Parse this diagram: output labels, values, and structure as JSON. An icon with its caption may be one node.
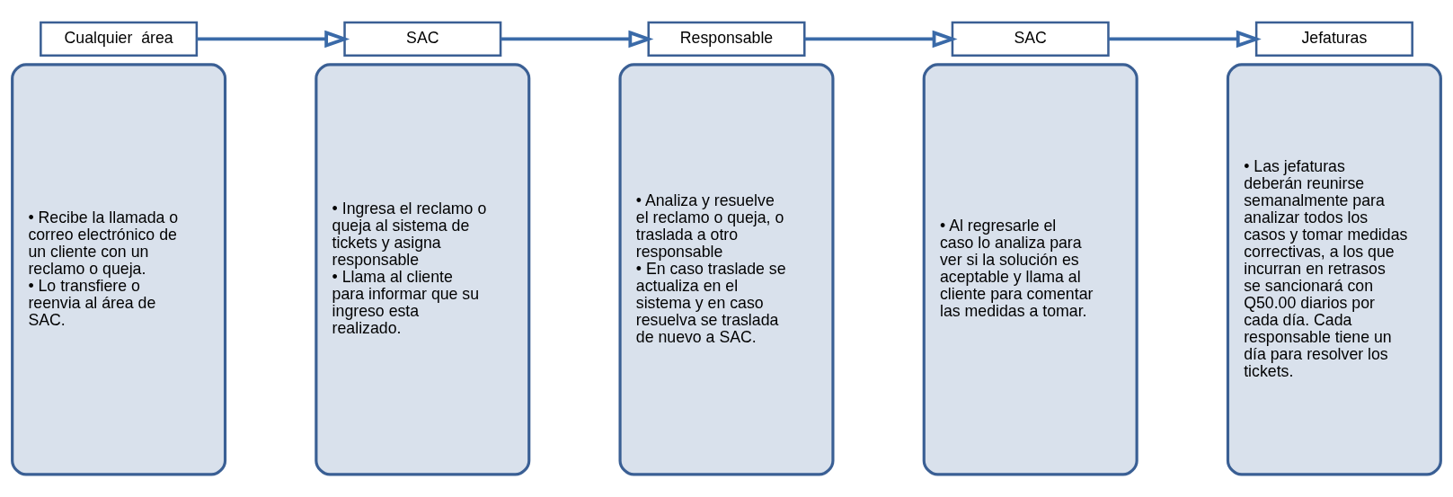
{
  "diagram": {
    "nodes": [
      {
        "text": [
          "Cualquier  área"
        ]
      },
      {
        "text": [
          "• Recibe la llamada o correo electrónico de un cliente con un reclamo o queja.",
          "• Lo transfiere o reenvia al área de SAC."
        ]
      },
      {
        "text": [
          "SAC"
        ]
      },
      {
        "text": [
          "• Ingresa el reclamo o queja al sistema de tickets y asigna responsable",
          "• Llama al cliente para informar que su ingreso esta realizado."
        ]
      },
      {
        "text": [
          "Responsable"
        ]
      },
      {
        "text": [
          "• Analiza y resuelve el reclamo o queja, o traslada a otro responsable",
          "• En caso traslade se actualiza en el sistema y en caso resuelva se traslada de nuevo a SAC."
        ]
      },
      {
        "text": [
          "SAC"
        ]
      },
      {
        "text": [
          "• Al regresarle el caso lo analiza para ver si la solución es aceptable y llama al cliente para comentar las medidas a tomar."
        ]
      },
      {
        "text": [
          "Jefaturas"
        ]
      },
      {
        "text": [
          "• Las jefaturas deberán reunirse semanalmente para analizar todos los casos y tomar medidas correctivas, a los que incurran en retrasos se sancionará con Q50.00 diarios por cada día. Cada responsable tiene un día para resolver los tickets."
        ]
      }
    ],
    "edges": [
      {
        "from": 0,
        "to": 2,
        "arrow": "to"
      },
      {
        "from": 2,
        "to": 4,
        "arrow": "to"
      },
      {
        "from": 4,
        "to": 6,
        "arrow": "to"
      },
      {
        "from": 6,
        "to": 8,
        "arrow": "to"
      }
    ]
  }
}
